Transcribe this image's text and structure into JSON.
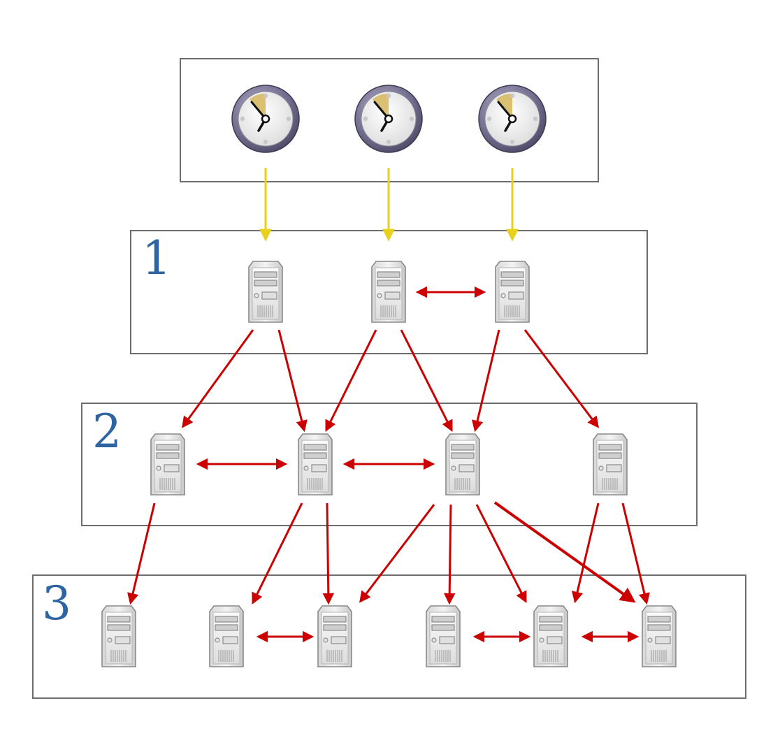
{
  "tiers": [
    {
      "label": "1"
    },
    {
      "label": "2"
    },
    {
      "label": "3"
    }
  ],
  "reference_clocks": [
    {
      "icon": "clock-icon"
    },
    {
      "icon": "clock-icon"
    },
    {
      "icon": "clock-icon"
    }
  ],
  "colors": {
    "clock_arrow": "#e8d11e",
    "sync_arrow": "#cc0000",
    "label": "#2f64a3",
    "box_border": "#6d6d6d"
  },
  "icons": {
    "server": "server-icon",
    "clock": "clock-icon"
  }
}
